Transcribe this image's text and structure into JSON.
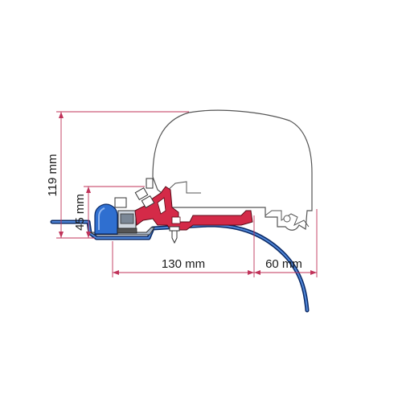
{
  "dimensions": {
    "overall_height": "119 mm",
    "bracket_height": "45 mm",
    "horizontal_offset": "130 mm",
    "edge_offset": "60 mm"
  },
  "colors": {
    "dimension_line": "#c0335a",
    "bracket_red": "#d42a48",
    "roof_blue": "#3a6dc0",
    "roof_dark": "#0b2a66",
    "cap_blue": "#2f6fd0",
    "outline": "#555555"
  }
}
